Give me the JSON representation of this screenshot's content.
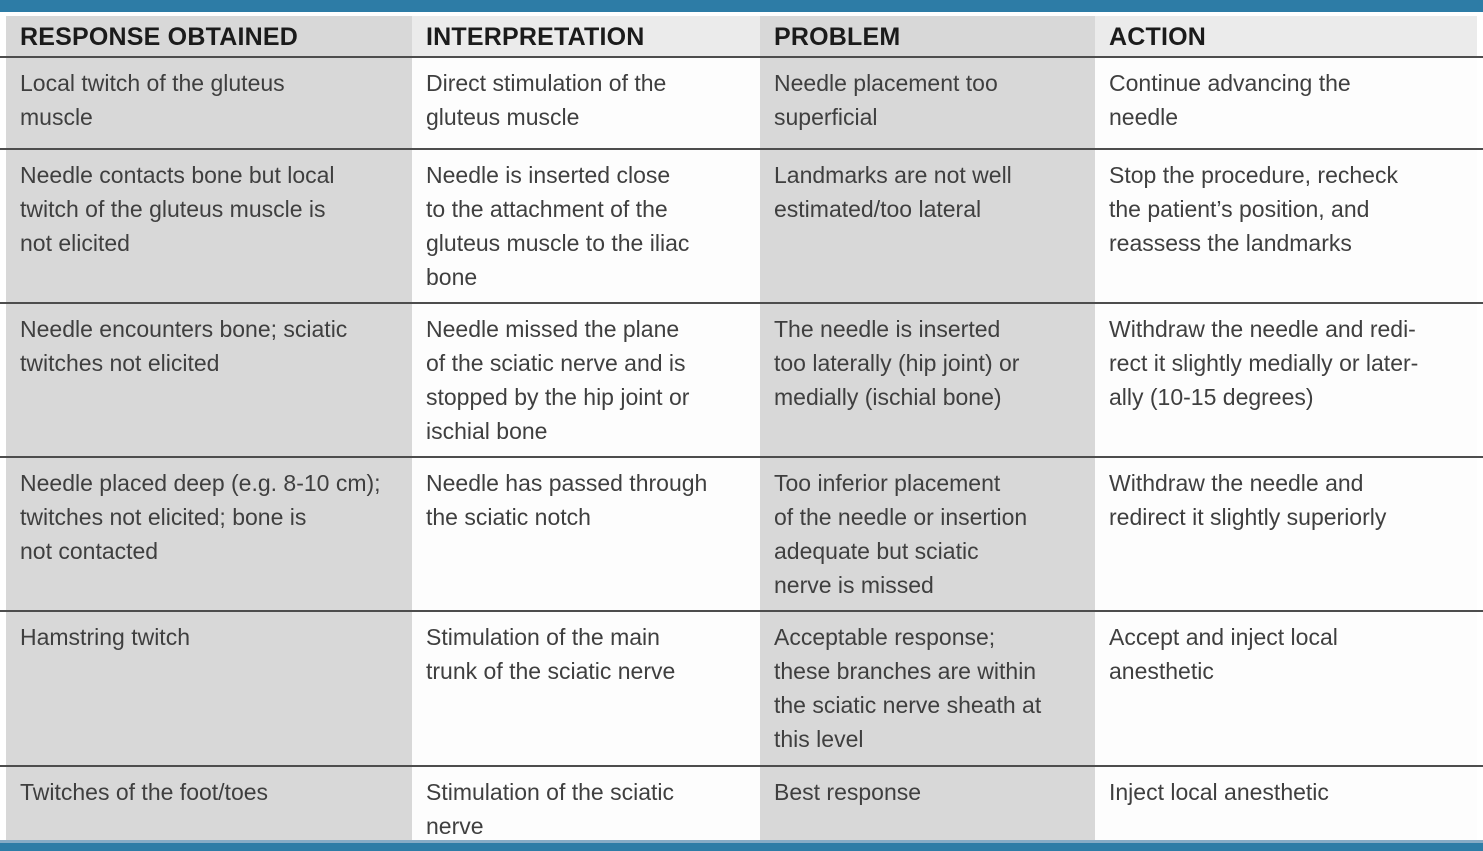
{
  "theme": {
    "accent_bar_color": "#2d7ca6",
    "gray_column_color": "#d8d8d8",
    "header_light_column_color": "#ebebeb",
    "separator_line_color": "#4d4d4d",
    "header_text_color": "#1b1b1b",
    "body_text_color": "#3f3f3f"
  },
  "table": {
    "headers": [
      "RESPONSE OBTAINED",
      "INTERPRETATION",
      "PROBLEM",
      "ACTION"
    ],
    "rows": [
      {
        "response": "Local twitch of the gluteus\nmuscle",
        "interpretation": "Direct stimulation of the\ngluteus muscle",
        "problem": "Needle placement too\nsuperficial",
        "action": "Continue advancing the\nneedle"
      },
      {
        "response": "Needle contacts bone but local\ntwitch of the gluteus muscle is\nnot elicited",
        "interpretation": "Needle is inserted close\nto the attachment of the\ngluteus muscle to the iliac\nbone",
        "problem": "Landmarks are not well\nestimated/too lateral",
        "action": "Stop the procedure, recheck\nthe patient’s position, and\nreassess the landmarks"
      },
      {
        "response": "Needle encounters bone; sciatic\ntwitches not elicited",
        "interpretation": "Needle missed the plane\nof the sciatic nerve and is\nstopped by the hip joint or\nischial bone",
        "problem": "The needle is inserted\ntoo laterally (hip joint) or\nmedially (ischial bone)",
        "action": "Withdraw the needle and redi-\nrect it slightly medially or later-\nally (10-15 degrees)"
      },
      {
        "response": "Needle placed deep (e.g. 8-10 cm);\ntwitches not elicited; bone is\nnot contacted",
        "interpretation": "Needle has passed through\nthe sciatic notch",
        "problem": "Too inferior placement\nof the needle or insertion\nadequate but sciatic\nnerve is missed",
        "action": "Withdraw the needle and\nredirect it slightly superiorly"
      },
      {
        "response": "Hamstring twitch",
        "interpretation": "Stimulation of the main\ntrunk of the sciatic nerve",
        "problem": "Acceptable response;\nthese branches are within\nthe sciatic nerve sheath at\nthis level",
        "action": "Accept and inject local\nanesthetic"
      },
      {
        "response": "Twitches of the foot/toes",
        "interpretation": "Stimulation of the sciatic\nnerve",
        "problem": "Best response",
        "action": "Inject local anesthetic"
      }
    ]
  }
}
